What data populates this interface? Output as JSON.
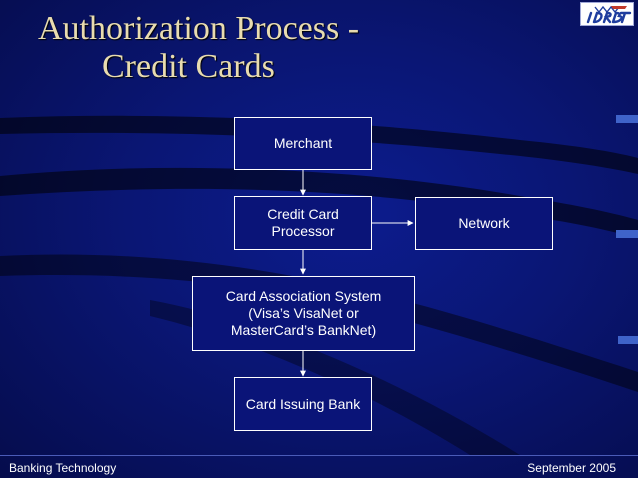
{
  "slide": {
    "title_line1": "Authorization Process -",
    "title_line2": "Credit Cards",
    "logo_text": "IDRBT"
  },
  "diagram": {
    "nodes": {
      "merchant": "Merchant",
      "processor": "Credit Card\nProcessor",
      "network": "Network",
      "association": "Card Association System\n(Visa’s VisaNet or\nMasterCard’s BankNet)",
      "issuer": "Card Issuing Bank"
    }
  },
  "footer": {
    "left": "Banking Technology",
    "right": "September 2005"
  }
}
